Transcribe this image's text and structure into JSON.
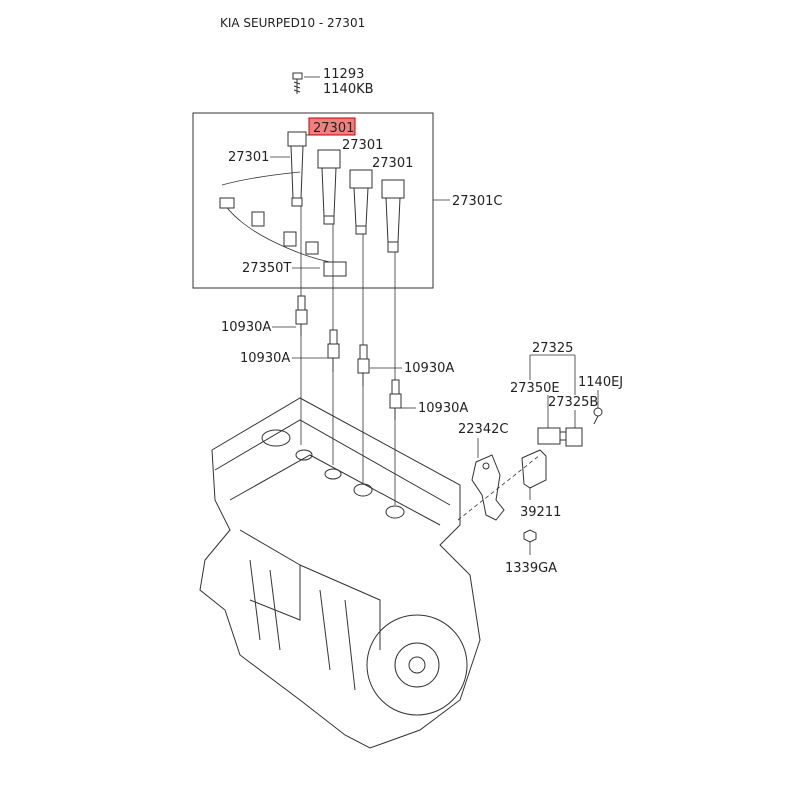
{
  "title": "KIA SEURPED10 - 27301",
  "highlight_color": "#f08080",
  "labels": {
    "bolt_a": "11293",
    "bolt_b": "1140KB",
    "coil_hl": "27301",
    "coil_2": "27301",
    "coil_left": "27301",
    "coil_4": "27301",
    "coil_assy": "27301C",
    "harness": "27350T",
    "plug_1": "10930A",
    "plug_2": "10930A",
    "plug_3": "10930A",
    "plug_4": "10930A",
    "sensor_assy": "27325",
    "sensor_e": "27350E",
    "screw": "1140EJ",
    "sensor_b": "27325B",
    "bracket": "22342C",
    "bracket2": "39211",
    "nut": "1339GA"
  }
}
